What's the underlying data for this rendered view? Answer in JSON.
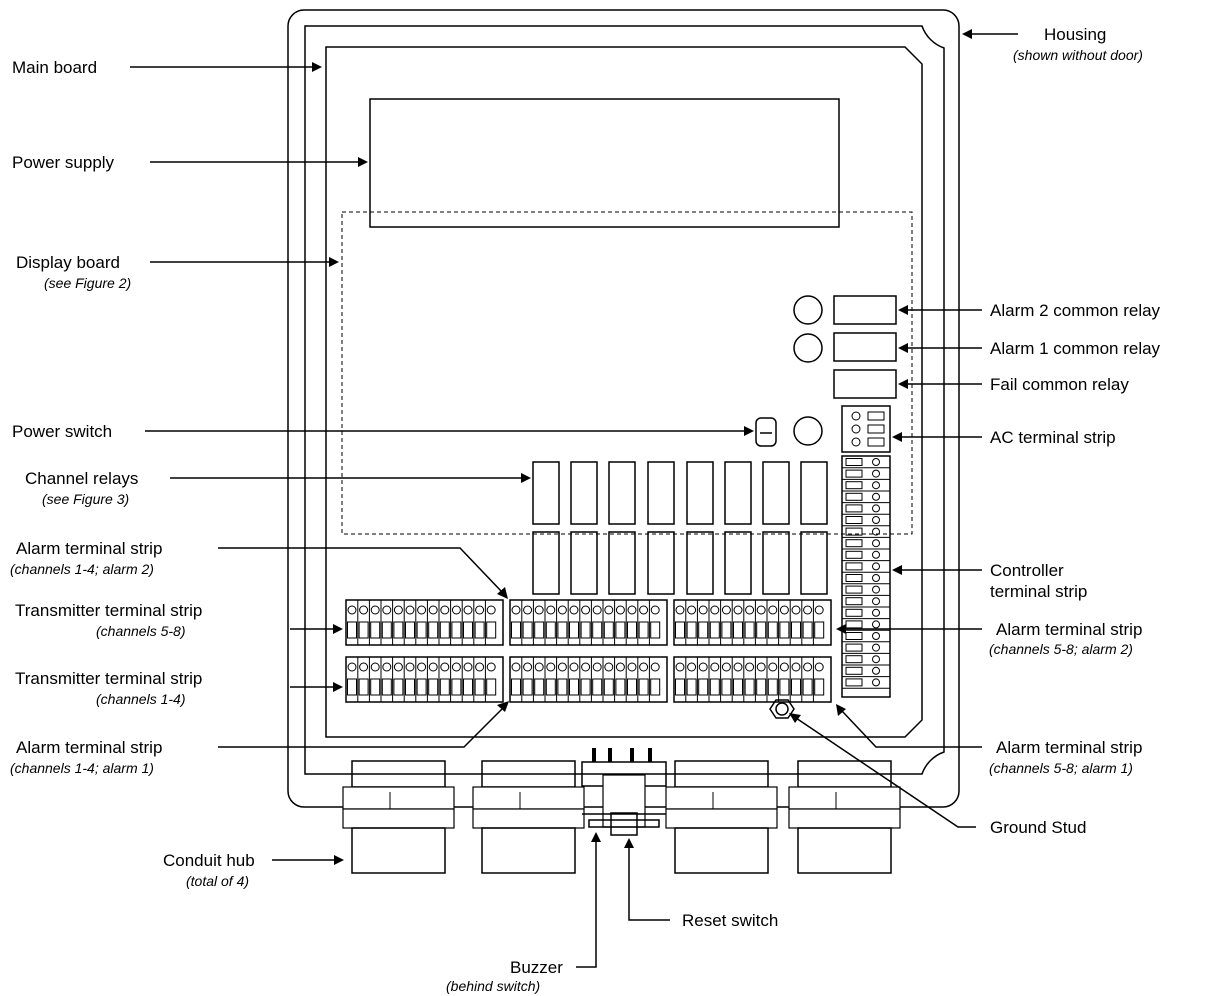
{
  "labels": {
    "housing": "Housing",
    "housing_note": "(shown without door)",
    "main_board": "Main board",
    "power_supply": "Power supply",
    "display_board": "Display board",
    "display_board_note": "(see Figure 2)",
    "power_switch": "Power switch",
    "channel_relays": "Channel relays",
    "channel_relays_note": "(see Figure 3)",
    "alarm_strip_left_top": "Alarm terminal strip",
    "alarm_strip_left_top_note": "(channels 1-4; alarm 2)",
    "transmitter_strip_5_8": "Transmitter terminal strip",
    "transmitter_strip_5_8_note": "(channels 5-8)",
    "transmitter_strip_1_4": "Transmitter terminal strip",
    "transmitter_strip_1_4_note": "(channels 1-4)",
    "alarm_strip_left_bottom": "Alarm terminal strip",
    "alarm_strip_left_bottom_note": "(channels 1-4; alarm 1)",
    "conduit_hub": "Conduit hub",
    "conduit_hub_note": "(total of 4)",
    "buzzer": "Buzzer",
    "buzzer_note": "(behind switch)",
    "reset_switch": "Reset switch",
    "ground_stud": "Ground Stud",
    "alarm2_relay": "Alarm 2 common relay",
    "alarm1_relay": "Alarm 1 common relay",
    "fail_relay": "Fail common relay",
    "ac_strip": "AC terminal strip",
    "controller_strip_1": "Controller",
    "controller_strip_2": "terminal strip",
    "alarm_strip_right_top": "Alarm terminal strip",
    "alarm_strip_right_top_note": "(channels 5-8; alarm 2)",
    "alarm_strip_right_bottom": "Alarm terminal strip",
    "alarm_strip_right_bottom_note": "(channels 5-8; alarm 1)"
  }
}
